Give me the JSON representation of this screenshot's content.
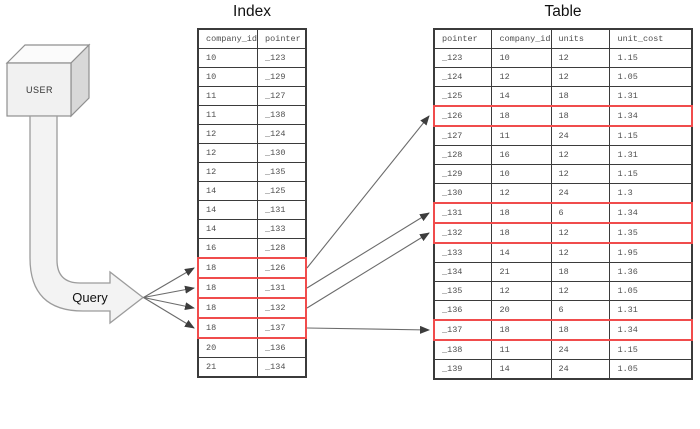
{
  "user_label": "USER",
  "query_label": "Query",
  "index_table": {
    "title": "Index",
    "columns": [
      "company_id",
      "pointer"
    ],
    "rows": [
      [
        "10",
        "_123"
      ],
      [
        "10",
        "_129"
      ],
      [
        "11",
        "_127"
      ],
      [
        "11",
        "_138"
      ],
      [
        "12",
        "_124"
      ],
      [
        "12",
        "_130"
      ],
      [
        "12",
        "_135"
      ],
      [
        "14",
        "_125"
      ],
      [
        "14",
        "_131"
      ],
      [
        "14",
        "_133"
      ],
      [
        "16",
        "_128"
      ],
      [
        "18",
        "_126"
      ],
      [
        "18",
        "_131"
      ],
      [
        "18",
        "_132"
      ],
      [
        "18",
        "_137"
      ],
      [
        "20",
        "_136"
      ],
      [
        "21",
        "_134"
      ]
    ],
    "highlighted_row_indexes": [
      11,
      12,
      13,
      14
    ]
  },
  "data_table": {
    "title": "Table",
    "columns": [
      "pointer",
      "company_id",
      "units",
      "unit_cost"
    ],
    "rows": [
      [
        "_123",
        "10",
        "12",
        "1.15"
      ],
      [
        "_124",
        "12",
        "12",
        "1.05"
      ],
      [
        "_125",
        "14",
        "18",
        "1.31"
      ],
      [
        "_126",
        "18",
        "18",
        "1.34"
      ],
      [
        "_127",
        "11",
        "24",
        "1.15"
      ],
      [
        "_128",
        "16",
        "12",
        "1.31"
      ],
      [
        "_129",
        "10",
        "12",
        "1.15"
      ],
      [
        "_130",
        "12",
        "24",
        "1.3"
      ],
      [
        "_131",
        "18",
        "6",
        "1.34"
      ],
      [
        "_132",
        "18",
        "12",
        "1.35"
      ],
      [
        "_133",
        "14",
        "12",
        "1.95"
      ],
      [
        "_134",
        "21",
        "18",
        "1.36"
      ],
      [
        "_135",
        "12",
        "12",
        "1.05"
      ],
      [
        "_136",
        "20",
        "6",
        "1.31"
      ],
      [
        "_137",
        "18",
        "18",
        "1.34"
      ],
      [
        "_138",
        "11",
        "24",
        "1.15"
      ],
      [
        "_139",
        "14",
        "24",
        "1.05"
      ]
    ],
    "highlighted_row_indexes": [
      3,
      8,
      9,
      14
    ]
  },
  "connections": {
    "query_fan_targets": [
      11,
      12,
      13,
      14
    ],
    "index_to_table": [
      [
        11,
        3
      ],
      [
        12,
        8
      ],
      [
        13,
        9
      ],
      [
        14,
        14
      ]
    ]
  },
  "colors": {
    "highlight": "#f04c4c",
    "table_border": "#3b3b3b",
    "cell_text": "#4f4f4f",
    "connector": "#6b6b6b",
    "shape_fill": "#f3f3f3",
    "shape_stroke": "#9c9c9c"
  }
}
